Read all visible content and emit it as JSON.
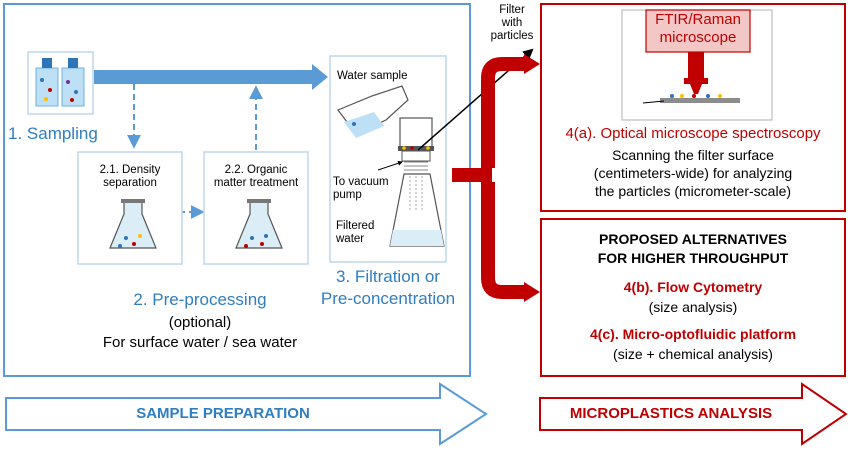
{
  "sampling": {
    "label": "1. Sampling"
  },
  "density": {
    "line1": "2.1. Density",
    "line2": "separation"
  },
  "organic": {
    "line1": "2.2. Organic",
    "line2": "matter treatment"
  },
  "preprocessing": {
    "title": "2. Pre-processing",
    "optional": "(optional)",
    "note": "For surface water / sea water"
  },
  "filtration": {
    "water_sample": "Water sample",
    "vacuum_line1": "To vacuum",
    "vacuum_line2": "pump",
    "filtered_line1": "Filtered",
    "filtered_line2": "water",
    "title_line1": "3. Filtration or",
    "title_line2": "Pre-concentration"
  },
  "filter_callout": {
    "line1": "Filter",
    "line2": "with",
    "line3": "particles"
  },
  "microscope": {
    "label_line1": "FTIR/Raman",
    "label_line2": "microscope",
    "title": "4(a). Optical microscope spectroscopy",
    "desc_line1": "Scanning the filter surface",
    "desc_line2": "(centimeters-wide) for analyzing",
    "desc_line3": "the particles (micrometer-scale)"
  },
  "alternatives": {
    "header_line1": "PROPOSED ALTERNATIVES",
    "header_line2": "FOR HIGHER THROUGHPUT",
    "flow_title": "4(b). Flow Cytometry",
    "flow_desc": "(size analysis)",
    "micro_title": "4(c). Micro-optofluidic platform",
    "micro_desc": "(size + chemical analysis)"
  },
  "bottom": {
    "left_label": "SAMPLE PREPARATION",
    "right_label": "MICROPLASTICS ANALYSIS"
  },
  "colors": {
    "blue": "#2f7ebf",
    "light_blue": "#5b9bd5",
    "red": "#c00000",
    "pink": "#f4c7c7"
  }
}
